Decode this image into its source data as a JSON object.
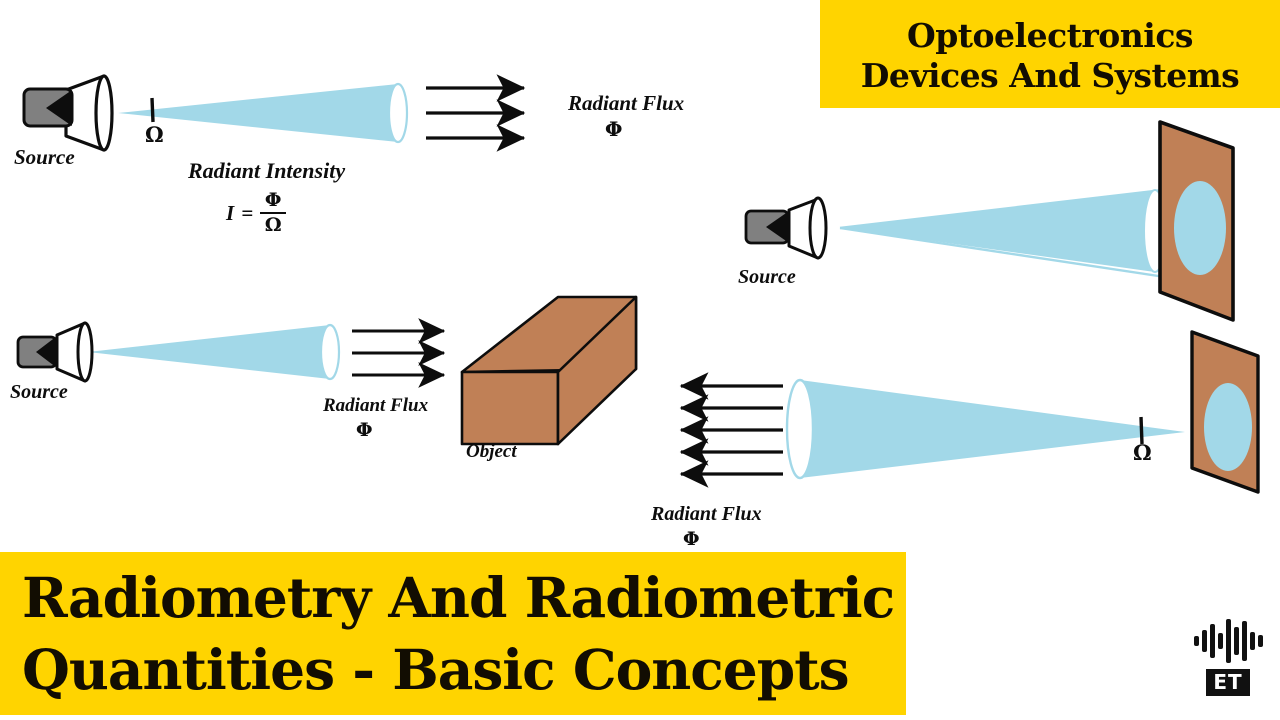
{
  "colors": {
    "banner_yellow": "#FFD400",
    "beam_blue": "#A2D8E8",
    "object_brown": "#C08056",
    "source_gray": "#808080",
    "ink_black": "#0d0d0d",
    "page_white": "#ffffff"
  },
  "header_banner": {
    "line1": "Optoelectronics",
    "line2": "Devices And Systems"
  },
  "title_banner": {
    "line1": "Radiometry And Radiometric",
    "line2": "Quantities - Basic Concepts"
  },
  "logo": {
    "text": "ET",
    "icon": "audio-waveform-icon",
    "bar_heights": [
      10,
      22,
      34,
      16,
      44,
      28,
      40,
      18,
      12
    ]
  },
  "diagrams": [
    {
      "id": "radiant-intensity",
      "source_label": "Source",
      "solid_angle_symbol": "Ω",
      "quantity_label": "Radiant Intensity",
      "formula": {
        "lhs": "I",
        "equals": "=",
        "numerator": "Φ",
        "denominator": "Ω"
      },
      "flux_label": "Radiant Flux",
      "flux_symbol": "Φ",
      "arrow_count": 3,
      "arrow_direction": "right"
    },
    {
      "id": "radiant-flux-on-object",
      "source_label": "Source",
      "flux_label": "Radiant  Flux",
      "flux_symbol": "Φ",
      "object_label": "Object",
      "arrow_count": 3,
      "arrow_direction": "right"
    },
    {
      "id": "irradiance-on-surface",
      "source_label": "Source",
      "surface": "tilted-plane",
      "spot": "illuminated-ellipse"
    },
    {
      "id": "radiance-from-surface",
      "flux_label": "Radiant Flux",
      "flux_symbol": "Φ",
      "solid_angle_symbol": "Ω",
      "arrow_count": 5,
      "arrow_direction": "left",
      "surface": "tilted-plane",
      "spot": "illuminated-ellipse"
    }
  ]
}
